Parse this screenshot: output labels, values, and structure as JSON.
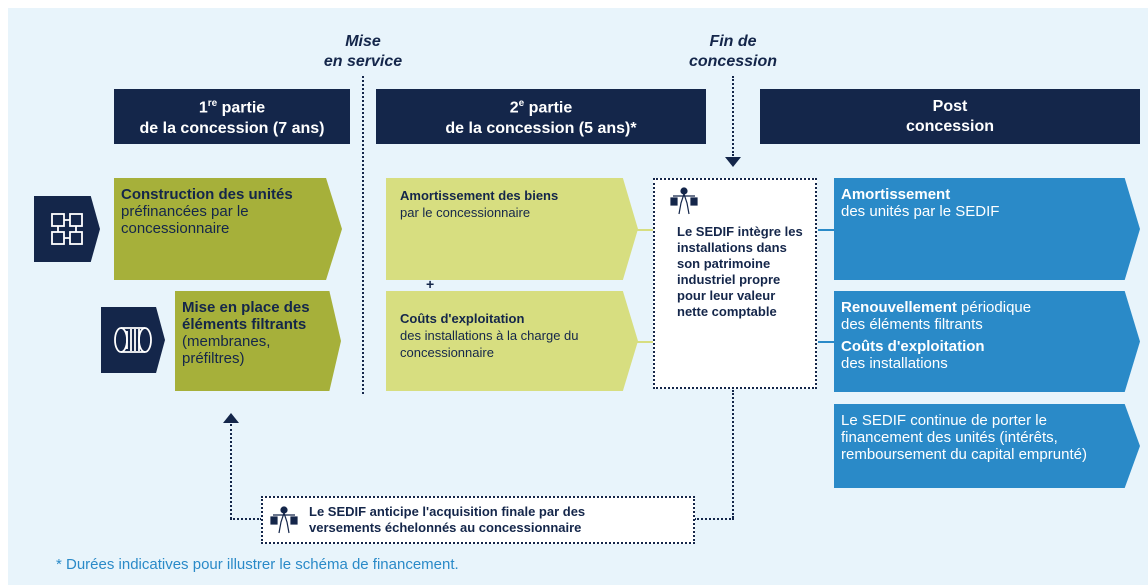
{
  "milestones": {
    "mise_en_service": [
      "Mise",
      "en service"
    ],
    "fin_concession": [
      "Fin de",
      "concession"
    ]
  },
  "phases": [
    {
      "line1": "1re partie",
      "line1_base": "1",
      "line1_sup": "re",
      "line1_rest": " partie",
      "line2": "de la concession (7 ans)"
    },
    {
      "line1": "2e partie",
      "line1_base": "2",
      "line1_sup": "e",
      "line1_rest": " partie",
      "line2": "de la concession (5 ans)*"
    },
    {
      "line1": "Post",
      "line2": "concession"
    }
  ],
  "phase1": {
    "construction": {
      "title": "Construction des unités",
      "body": "préfinancées par le concessionnaire"
    },
    "filtres": {
      "title": "Mise en place des éléments filtrants",
      "body": "(membranes, préfiltres)"
    }
  },
  "phase2": {
    "amortissement": {
      "title": "Amortissement des biens",
      "body": "par le concessionnaire"
    },
    "plus": "+",
    "couts": {
      "title": "Coûts d'exploitation",
      "body": "des installations à la charge du concessionnaire"
    }
  },
  "sedif_box": {
    "text": "Le SEDIF intègre les installations dans son patrimoine industriel propre pour leur valeur nette comptable"
  },
  "post": {
    "amortissement": {
      "title": "Amortissement",
      "body": "des unités par le SEDIF"
    },
    "renouvellement": {
      "title": "Renouvellement",
      "title_rest": " périodique",
      "body": "des éléments filtrants"
    },
    "couts": {
      "title": "Coûts d'exploitation",
      "body": "des installations"
    },
    "financement": {
      "text": "Le SEDIF continue de porter le financement des unités (intérêts, remboursement du capital emprunté)"
    }
  },
  "anticipation": {
    "text": "Le SEDIF anticipe l'acquisition finale par des versements échelonnés au concessionnaire"
  },
  "footnote": "* Durées indicatives pour illustrer le schéma de financement.",
  "icons": {
    "units": "building-units-icon",
    "filter": "filter-cartridge-icon",
    "sedif": "water-carrier-icon"
  },
  "colors": {
    "navy": "#14264a",
    "olive": "#a6b03a",
    "lime": "#d7de80",
    "blue": "#2a8ac8",
    "background": "#e8f4fb"
  }
}
